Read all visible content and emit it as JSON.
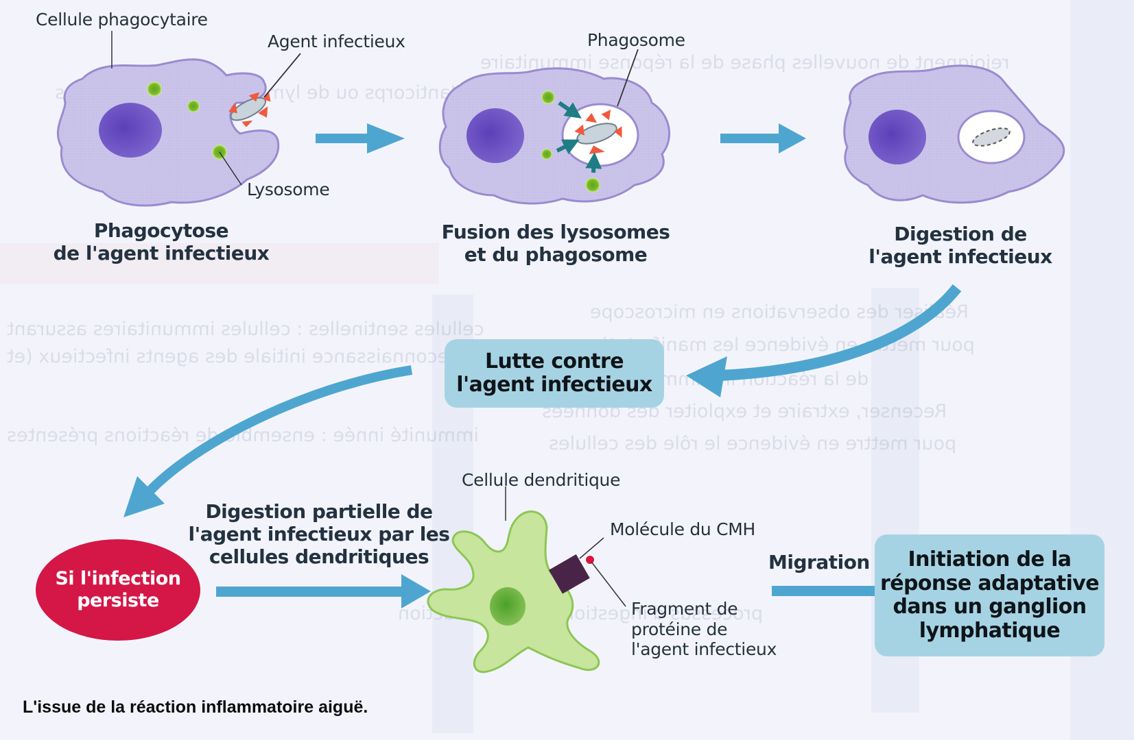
{
  "diagram": {
    "title_caption": "L'issue de la réaction inflammatoire aiguë.",
    "colors": {
      "cell_body": "#cfc8ec",
      "cell_outline": "#9b8ad0",
      "nucleus": "#6a4fc0",
      "lysosome": "#7dbb2a",
      "agent_spike": "#f05a3c",
      "flow_arrow": "#4ea6d0",
      "fusion_arrow": "#1f7d85",
      "box_fill": "#a6d3e3",
      "persist_oval": "#d41746",
      "dendritic_cell": "#c7e59c",
      "dendritic_outline": "#8cc655",
      "cmh_molecule": "#4a2448",
      "fragment": "#e0123d"
    },
    "stage1": {
      "labels": {
        "cell": "Cellule phagocytaire",
        "agent": "Agent infectieux",
        "lysosome": "Lysosome"
      },
      "title_lines": [
        "Phagocytose",
        "de l'agent infectieux"
      ]
    },
    "stage2": {
      "labels": {
        "phagosome": "Phagosome"
      },
      "title_lines": [
        "Fusion des lysosomes",
        "et du phagosome"
      ]
    },
    "stage3": {
      "title_lines": [
        "Digestion de",
        "l'agent infectieux"
      ]
    },
    "fight_box": {
      "lines": [
        "Lutte contre",
        "l'agent infectieux"
      ]
    },
    "persist_oval": {
      "lines": [
        "Si l'infection",
        "persiste"
      ]
    },
    "partial_digestion": {
      "lines": [
        "Digestion partielle de",
        "l'agent infectieux par les",
        "cellules dendritiques"
      ]
    },
    "dendritic": {
      "labels": {
        "cell": "Cellule dendritique",
        "cmh": "Molécule du CMH",
        "fragment_lines": [
          "Fragment de",
          "protéine de",
          "l'agent infectieux"
        ]
      }
    },
    "migration": {
      "label": "Migration"
    },
    "adaptive_box": {
      "lines": [
        "Initiation de la",
        "réponse adaptative",
        "dans un ganglion",
        "lymphatique"
      ]
    }
  }
}
